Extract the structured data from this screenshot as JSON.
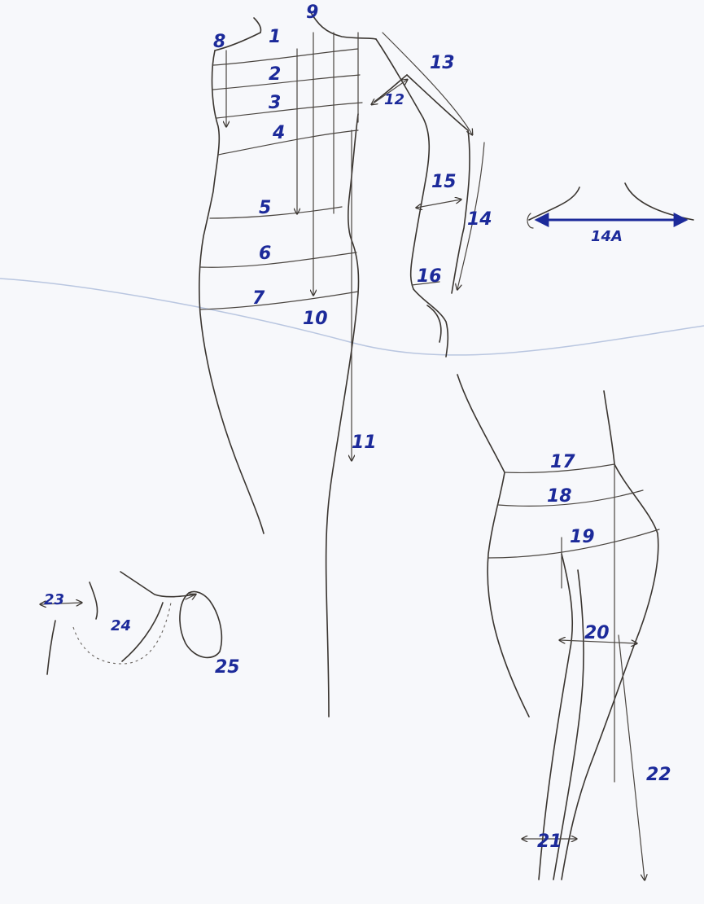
{
  "labels": {
    "m1": "1",
    "m2": "2",
    "m3": "3",
    "m4": "4",
    "m5": "5",
    "m6": "6",
    "m7": "7",
    "m8": "8",
    "m9": "9",
    "m10": "10",
    "m11": "11",
    "m12": "12",
    "m13": "13",
    "m14": "14",
    "m15": "15",
    "m16": "16",
    "m17": "17",
    "m18": "18",
    "m19": "19",
    "m20": "20",
    "m21": "21",
    "m22": "22",
    "m23": "23",
    "m24": "24",
    "m25": "25",
    "m14a": "14A"
  },
  "colors": {
    "paper": "#f7f8fb",
    "pencil": "#3a3530",
    "ink_blue": "#1c2a9a",
    "crease": "#b9c6e0"
  }
}
